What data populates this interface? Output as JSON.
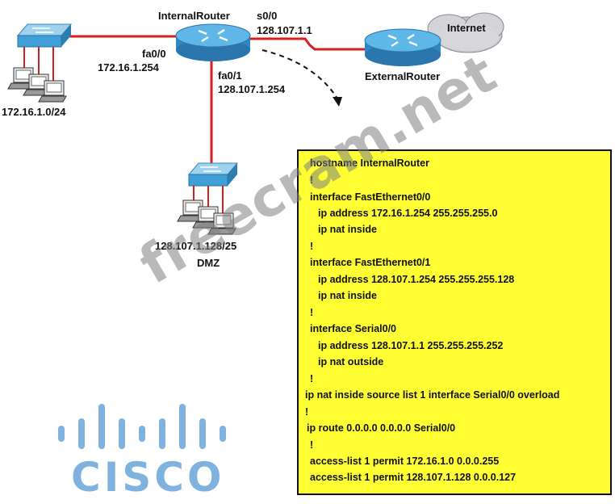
{
  "labels": {
    "internal_router": "InternalRouter",
    "s0_0": "s0/0",
    "s0_0_ip": "128.107.1.1",
    "internet": "Internet",
    "external_router": "ExternalRouter",
    "fa0_0": "fa0/0",
    "fa0_0_ip": "172.16.1.254",
    "fa0_1": "fa0/1",
    "fa0_1_ip": "128.107.1.254",
    "lan_subnet": "172.16.1.0/24",
    "dmz_subnet": "128.107.1.128/25",
    "dmz": "DMZ"
  },
  "config_lines": [
    "hostname InternalRouter",
    "!",
    "interface FastEthernet0/0",
    "  ip address 172.16.1.254 255.255.255.0",
    "  ip nat inside",
    "!",
    "interface FastEthernet0/1",
    "  ip address 128.107.1.254 255.255.255.128",
    "  ip nat inside",
    "!",
    "interface Serial0/0",
    "  ip address 128.107.1.1 255.255.255.252",
    "  ip nat outside",
    "!",
    "ip nat inside source list 1 interface Serial0/0 overload",
    "!",
    " ip route 0.0.0.0 0.0.0.0 Serial0/0",
    "!",
    "access-list 1 permit 172.16.1.0 0.0.0.255",
    "access-list 1 permit 128.107.1.128 0.0.0.127"
  ],
  "watermark": "freecram.net",
  "logo_text": "CISCO",
  "colors": {
    "link": "#d81e1e",
    "config_bg": "#ffff33",
    "router": "#3f9fd6",
    "logo": "#7fb2de"
  }
}
